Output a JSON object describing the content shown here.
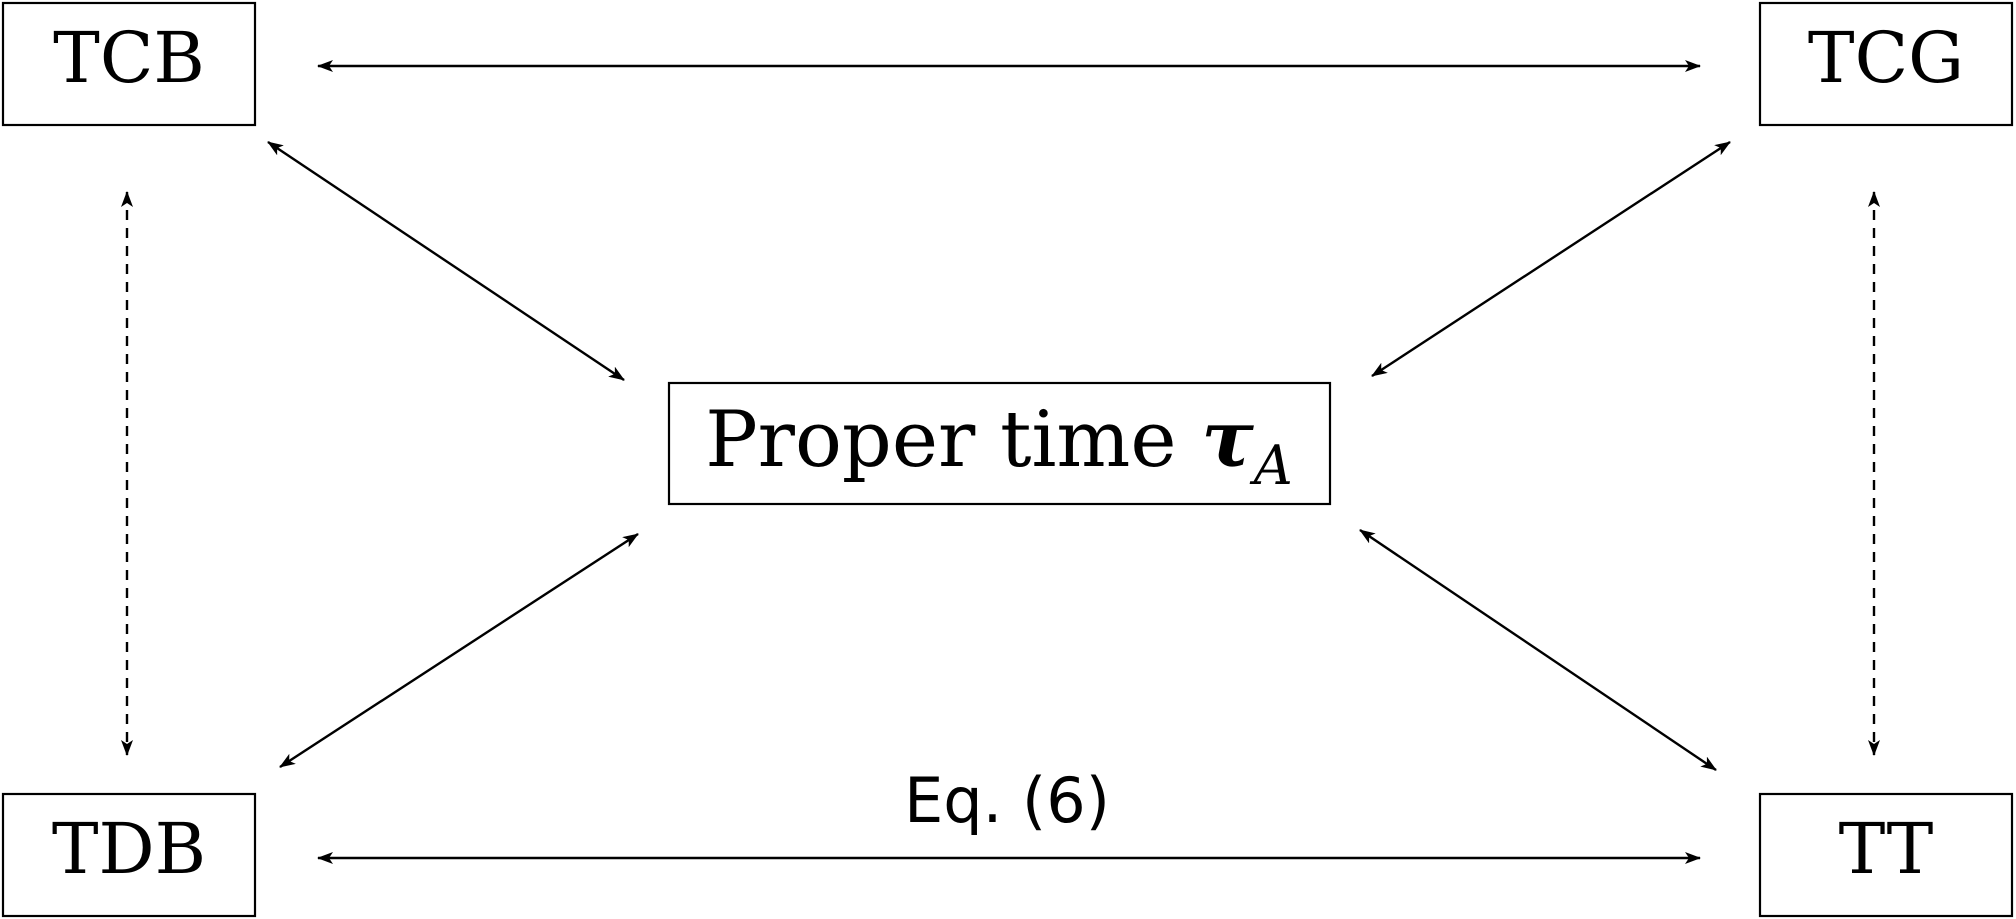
{
  "nodes": {
    "tcb": "TCB",
    "tcg": "TCG",
    "tdb": "TDB",
    "tt": "TT",
    "center": {
      "label": "Proper time ",
      "symbol": "τ",
      "subscript": "A"
    }
  },
  "edges": {
    "tdb_tt_label": "Eq. (6)"
  }
}
